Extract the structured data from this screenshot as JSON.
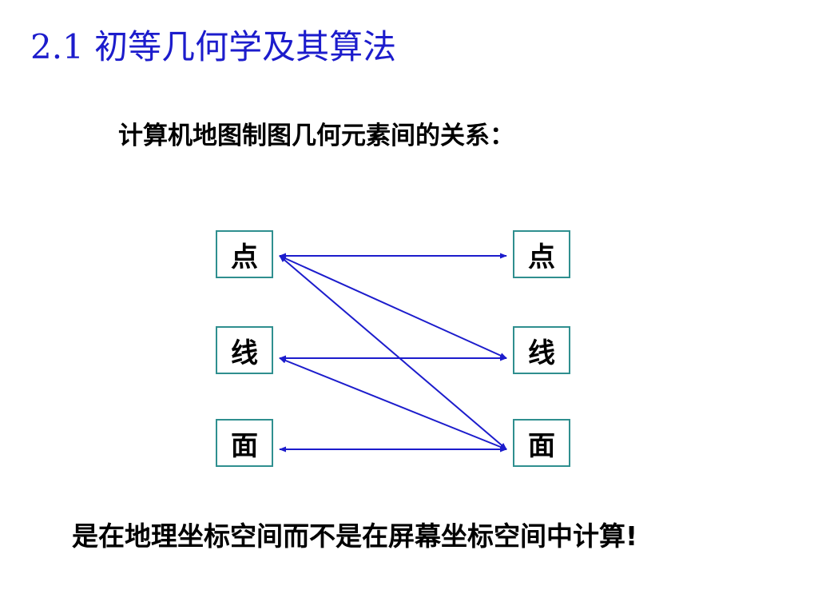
{
  "title": "2.1 初等几何学及其算法",
  "subtitle": "计算机地图制图几何元素间的关系：",
  "left_boxes": [
    "点",
    "线",
    "面"
  ],
  "right_boxes": [
    "点",
    "线",
    "面"
  ],
  "relations": [
    {
      "from": "点",
      "to": "点"
    },
    {
      "from": "点",
      "to": "线"
    },
    {
      "from": "点",
      "to": "面"
    },
    {
      "from": "线",
      "to": "线"
    },
    {
      "from": "线",
      "to": "面"
    },
    {
      "from": "面",
      "to": "面"
    }
  ],
  "colors": {
    "title": "#1c1ccc",
    "arrow": "#1c1ccc",
    "box_border": "#2f8f8f"
  },
  "footer": "是在地理坐标空间而不是在屏幕坐标空间中计算!"
}
